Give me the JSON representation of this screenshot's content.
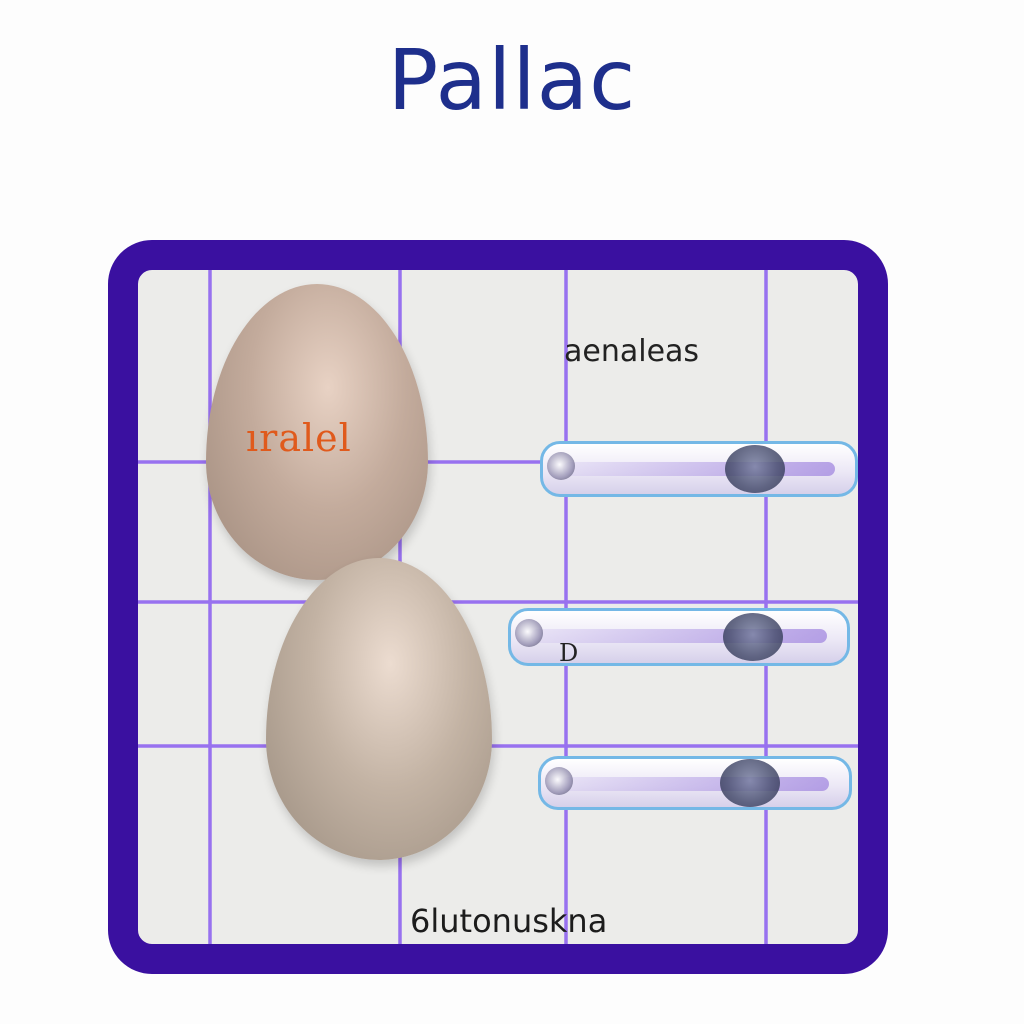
{
  "app": {
    "title": "Pallac"
  },
  "panel": {
    "egg_label": "ıralel",
    "slider_group_label": "aenaleas",
    "footer_label": "6lutonusknа",
    "sliders": [
      {
        "label": "",
        "value": 0.68
      },
      {
        "label": "D",
        "value": 0.72
      },
      {
        "label": "",
        "value": 0.68
      }
    ]
  },
  "icons": {
    "egg_1": "egg-icon",
    "egg_2": "egg-icon"
  },
  "colors": {
    "title": "#1e2f8c",
    "panel_border": "#3a10a0",
    "grid_line": "#8a5cf0",
    "egg_label": "#e05a1c",
    "slider_border": "#74b8e6"
  }
}
